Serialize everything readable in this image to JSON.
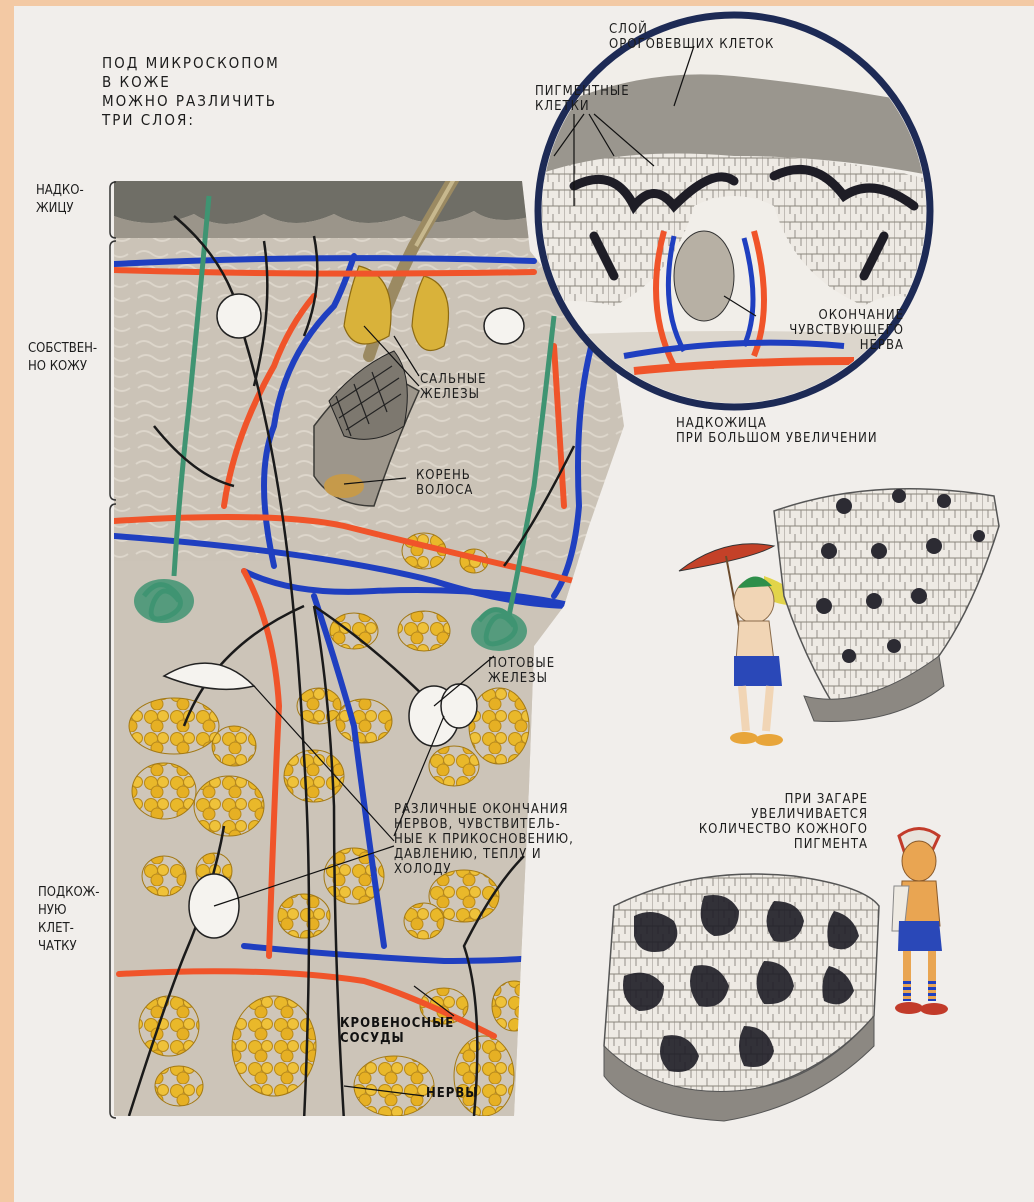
{
  "intro": "ПОД МИКРОСКОПОМ\nВ КОЖЕ\nМОЖНО РАЗЛИЧИТЬ\nТРИ СЛОЯ:",
  "layers": {
    "epidermis": "НАДКО-\nЖИЦУ",
    "dermis": "СОБСТВЕН-\nНО КОЖУ",
    "subcutis": "ПОДКОЖ-\nНУЮ\nКЛЕТ-\nЧАТКУ"
  },
  "labels": {
    "keratin_layer": "СЛОЙ\nОРОГОВЕВШИХ КЛЕТОК",
    "pigment_cells": "ПИГМЕНТНЫЕ\nКЛЕТКИ",
    "nerve_ending": "ОКОНЧАНИЕ\nЧУВСТВУЮЩЕГО\nНЕРВА",
    "magnified": "НАДКОЖИЦА\nПРИ БОЛЬШОМ УВЕЛИЧЕНИИ",
    "sebaceous": "САЛЬНЫЕ\nЖЕЛЕЗЫ",
    "hair_root": "КОРЕНЬ\nВОЛОСА",
    "sweat": "ПОТОВЫЕ\nЖЕЛЕЗЫ",
    "nerve_endings": "РАЗЛИЧНЫЕ ОКОНЧАНИЯ\nНЕРВОВ, ЧУВСТВИТЕЛЬ-\nНЫЕ К ПРИКОСНОВЕНИЮ,\nДАВЛЕНИЮ, ТЕПЛУ И\nХОЛОДУ",
    "vessels": "КРОВЕНОСНЫЕ\nСОСУДЫ",
    "nerves": "НЕРВЫ",
    "tan": "ПРИ ЗАГАРЕ\nУВЕЛИЧИВАЕТСЯ\nКОЛИЧЕСТВО КОЖНОГО\nПИГМЕНТА"
  },
  "colors": {
    "artery": "#f0542a",
    "vein": "#1f3fc0",
    "sweat_gland": "#3f9472",
    "fat": "#e9b82a",
    "nerve": "#1a1a1a",
    "tissue": "#c9bfb3",
    "pigment": "#1e1d26"
  }
}
